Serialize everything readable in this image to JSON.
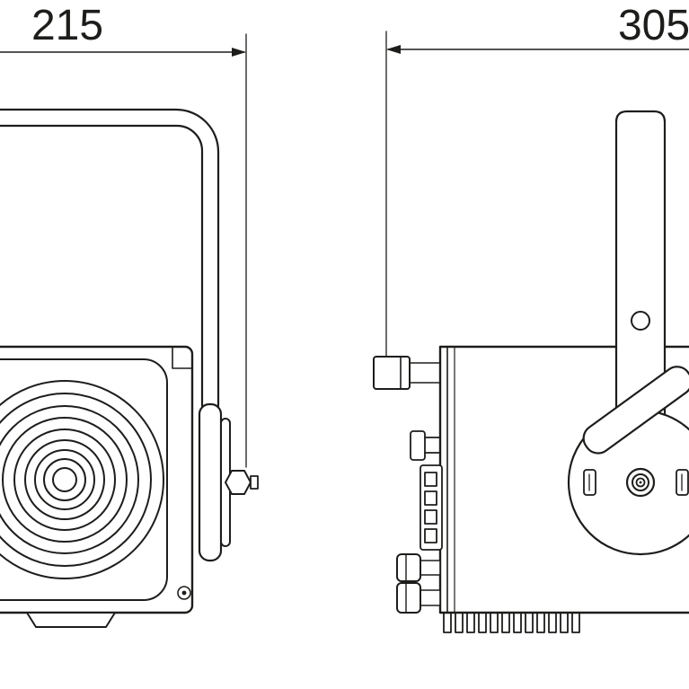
{
  "meta": {
    "background_color": "#ffffff",
    "line_color": "#1d1d1b",
    "drawing_type": "technical dimension drawing of stage light fixture, front and side views"
  },
  "views": {
    "front": {
      "name": "front-view",
      "dimension_width": "215"
    },
    "side": {
      "name": "side-view",
      "dimension_depth": "305"
    }
  }
}
